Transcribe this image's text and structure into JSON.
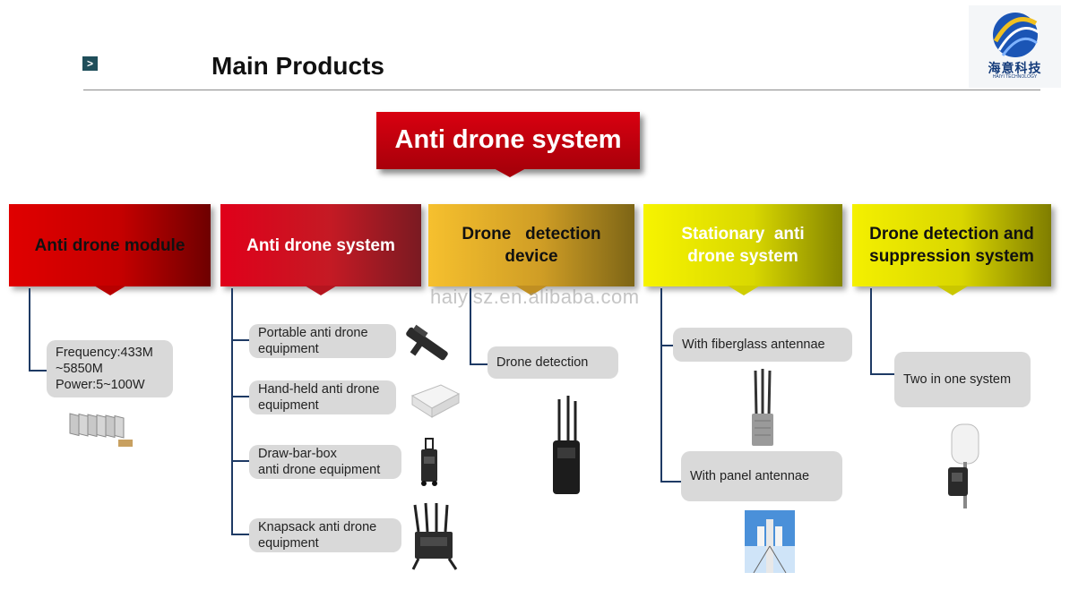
{
  "header": {
    "title": "Main Products",
    "marker": ">"
  },
  "logo": {
    "text": "海意科技",
    "subtext": "HAIYI TECHNOLOGY"
  },
  "banner": {
    "title": "Anti drone system"
  },
  "watermark": "haiyisz.en.alibaba.com",
  "categories": [
    {
      "line1": "Anti drone  module",
      "line2": ""
    },
    {
      "line1": "Anti drone  system",
      "line2": ""
    },
    {
      "line1": "Drone   detection",
      "line2": "device"
    },
    {
      "line1": "Stationary  anti",
      "line2": "drone system"
    },
    {
      "line1": "Drone detection and",
      "line2": "suppression system"
    }
  ],
  "module_spec": {
    "line1": "Frequency:433M",
    "line2": "~5850M",
    "line3": "Power:5~100W"
  },
  "system_items": [
    {
      "line1": "Portable  anti drone",
      "line2": "equipment"
    },
    {
      "line1": "Hand-held anti drone",
      "line2": "equipment"
    },
    {
      "line1": "Draw-bar-box",
      "line2": "anti drone equipment"
    },
    {
      "line1": "Knapsack anti drone",
      "line2": "equipment"
    }
  ],
  "detection_item": "Drone detection",
  "stationary_items": [
    "With fiberglass antennae",
    "With panel antennae"
  ],
  "suppression_item": "Two in one system",
  "colors": {
    "banner_red": "#d90010",
    "connector_blue": "#1e3a64",
    "item_gray": "#d9d9d9",
    "marker_teal": "#1f4e5a"
  },
  "icons": [
    "chevron-right-icon",
    "haiyi-logo-icon",
    "module-board-icon",
    "drone-gun-icon",
    "handheld-jammer-icon",
    "trolley-case-icon",
    "backpack-jammer-icon",
    "detector-antenna-icon",
    "fiberglass-antenna-icon",
    "panel-antenna-tower-icon",
    "dome-station-icon"
  ]
}
